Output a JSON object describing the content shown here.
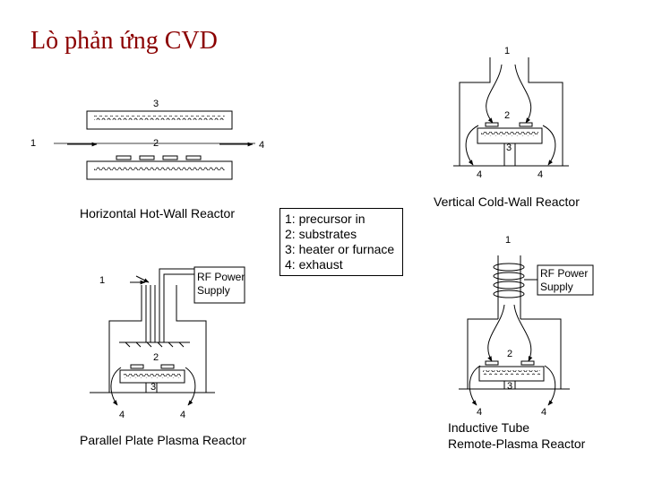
{
  "title": "Lò phản ứng CVD",
  "legend": {
    "items": [
      "1: precursor in",
      "2: substrates",
      "3: heater or furnace",
      "4: exhaust"
    ]
  },
  "reactors": {
    "horizontal": {
      "caption": "Horizontal Hot-Wall Reactor",
      "labels": {
        "one": "1",
        "two": "2",
        "three": "3",
        "four": "4"
      }
    },
    "vertical": {
      "caption": "Vertical Cold-Wall Reactor",
      "labels": {
        "one": "1",
        "two": "2",
        "three": "3",
        "four_left": "4",
        "four_right": "4"
      }
    },
    "parallel": {
      "caption": "Parallel Plate Plasma Reactor",
      "rf_label": "RF Power\nSupply",
      "labels": {
        "one": "1",
        "two": "2",
        "three": "3",
        "four_left": "4",
        "four_right": "4"
      }
    },
    "inductive": {
      "caption_line1": "Inductive Tube",
      "caption_line2": "Remote-Plasma Reactor",
      "rf_label": "RF Power\nSupply",
      "labels": {
        "one": "1",
        "two": "2",
        "three": "3",
        "four_left": "4",
        "four_right": "4"
      }
    }
  }
}
